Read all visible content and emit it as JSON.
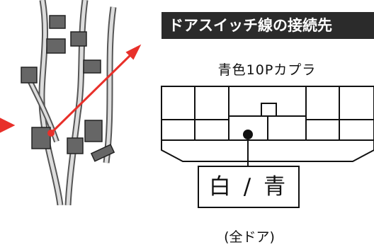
{
  "title": "ドアスイッチ線の接続先",
  "connector_label": "青色10Pカプラ",
  "wire_color": "白 / 青",
  "note": "(全ドア)",
  "colors": {
    "banner_bg": "#2b2b2b",
    "banner_text": "#ffffff",
    "arrow": "#e8302a",
    "line": "#111111"
  },
  "icons": [
    "red-arrow-icon",
    "connection-dot-icon"
  ]
}
